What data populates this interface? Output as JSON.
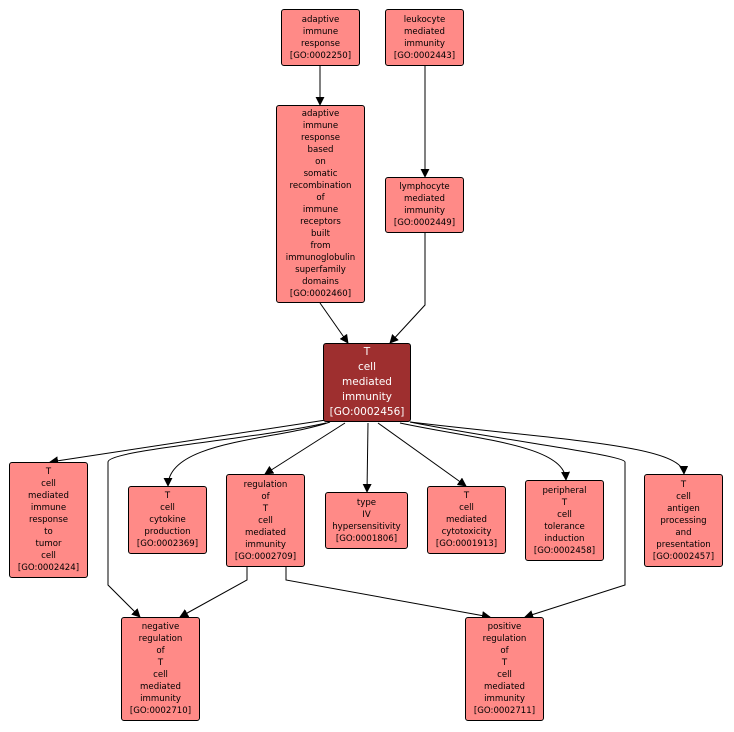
{
  "nodes": {
    "n0002250": {
      "lines": [
        "adaptive",
        "immune",
        "response",
        "[GO:0002250]"
      ]
    },
    "n0002443": {
      "lines": [
        "leukocyte",
        "mediated",
        "immunity",
        "[GO:0002443]"
      ]
    },
    "n0002460": {
      "lines": [
        "adaptive",
        "immune",
        "response",
        "based",
        "on",
        "somatic",
        "recombination",
        "of",
        "immune",
        "receptors",
        "built",
        "from",
        "immunoglobulin",
        "superfamily",
        "domains",
        "[GO:0002460]"
      ]
    },
    "n0002449": {
      "lines": [
        "lymphocyte",
        "mediated",
        "immunity",
        "[GO:0002449]"
      ]
    },
    "n0002456": {
      "lines": [
        "T",
        "cell",
        "mediated",
        "immunity",
        "[GO:0002456]"
      ]
    },
    "n0002424": {
      "lines": [
        "T",
        "cell",
        "mediated",
        "immune",
        "response",
        "to",
        "tumor",
        "cell",
        "[GO:0002424]"
      ]
    },
    "n0002369": {
      "lines": [
        "T",
        "cell",
        "cytokine",
        "production",
        "[GO:0002369]"
      ]
    },
    "n0002709": {
      "lines": [
        "regulation",
        "of",
        "T",
        "cell",
        "mediated",
        "immunity",
        "[GO:0002709]"
      ]
    },
    "n0001806": {
      "lines": [
        "type",
        "IV",
        "hypersensitivity",
        "[GO:0001806]"
      ]
    },
    "n0001913": {
      "lines": [
        "T",
        "cell",
        "mediated",
        "cytotoxicity",
        "[GO:0001913]"
      ]
    },
    "n0002458": {
      "lines": [
        "peripheral",
        "T",
        "cell",
        "tolerance",
        "induction",
        "[GO:0002458]"
      ]
    },
    "n0002457": {
      "lines": [
        "T",
        "cell",
        "antigen",
        "processing",
        "and",
        "presentation",
        "[GO:0002457]"
      ]
    },
    "n0002710": {
      "lines": [
        "negative",
        "regulation",
        "of",
        "T",
        "cell",
        "mediated",
        "immunity",
        "[GO:0002710]"
      ]
    },
    "n0002711": {
      "lines": [
        "positive",
        "regulation",
        "of",
        "T",
        "cell",
        "mediated",
        "immunity",
        "[GO:0002711]"
      ]
    }
  },
  "colors": {
    "node_fill": "#ff8a87",
    "focus_fill": "#9e2f2f",
    "edge": "#000000"
  }
}
